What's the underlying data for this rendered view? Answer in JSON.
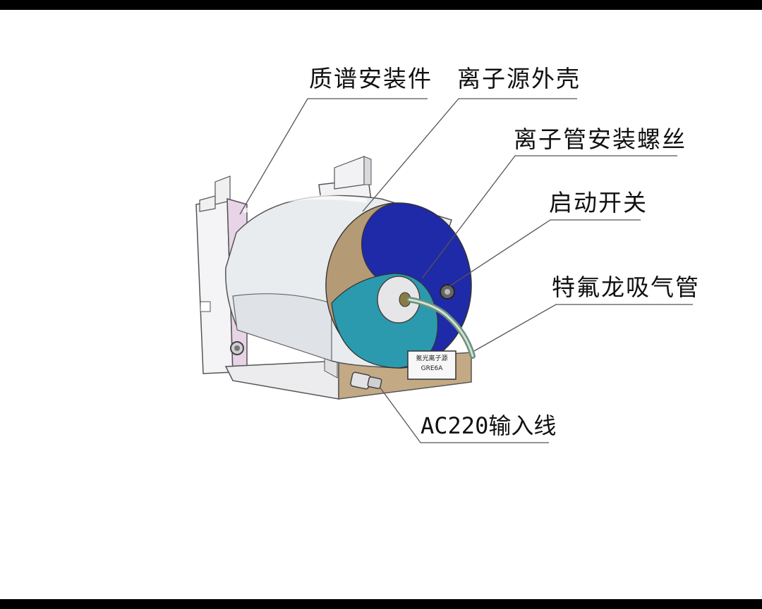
{
  "labels": {
    "mass_spec_mount": "质谱安装件",
    "ion_source_housing": "离子源外壳",
    "ion_tube_screw": "离子管安装螺丝",
    "start_switch": "启动开关",
    "teflon_intake_tube": "特氟龙吸气管",
    "ac220_input": "AC220输入线"
  },
  "nameplate": {
    "line1": "氪光离子源",
    "line2": "GRE6A"
  },
  "colors": {
    "housing": "#e9ecef",
    "face_blue": "#1f2aa8",
    "face_tan": "#b59a76",
    "face_teal": "#2b9aae",
    "mount_plate": "#ead9ea",
    "base": "#c3aa85"
  }
}
